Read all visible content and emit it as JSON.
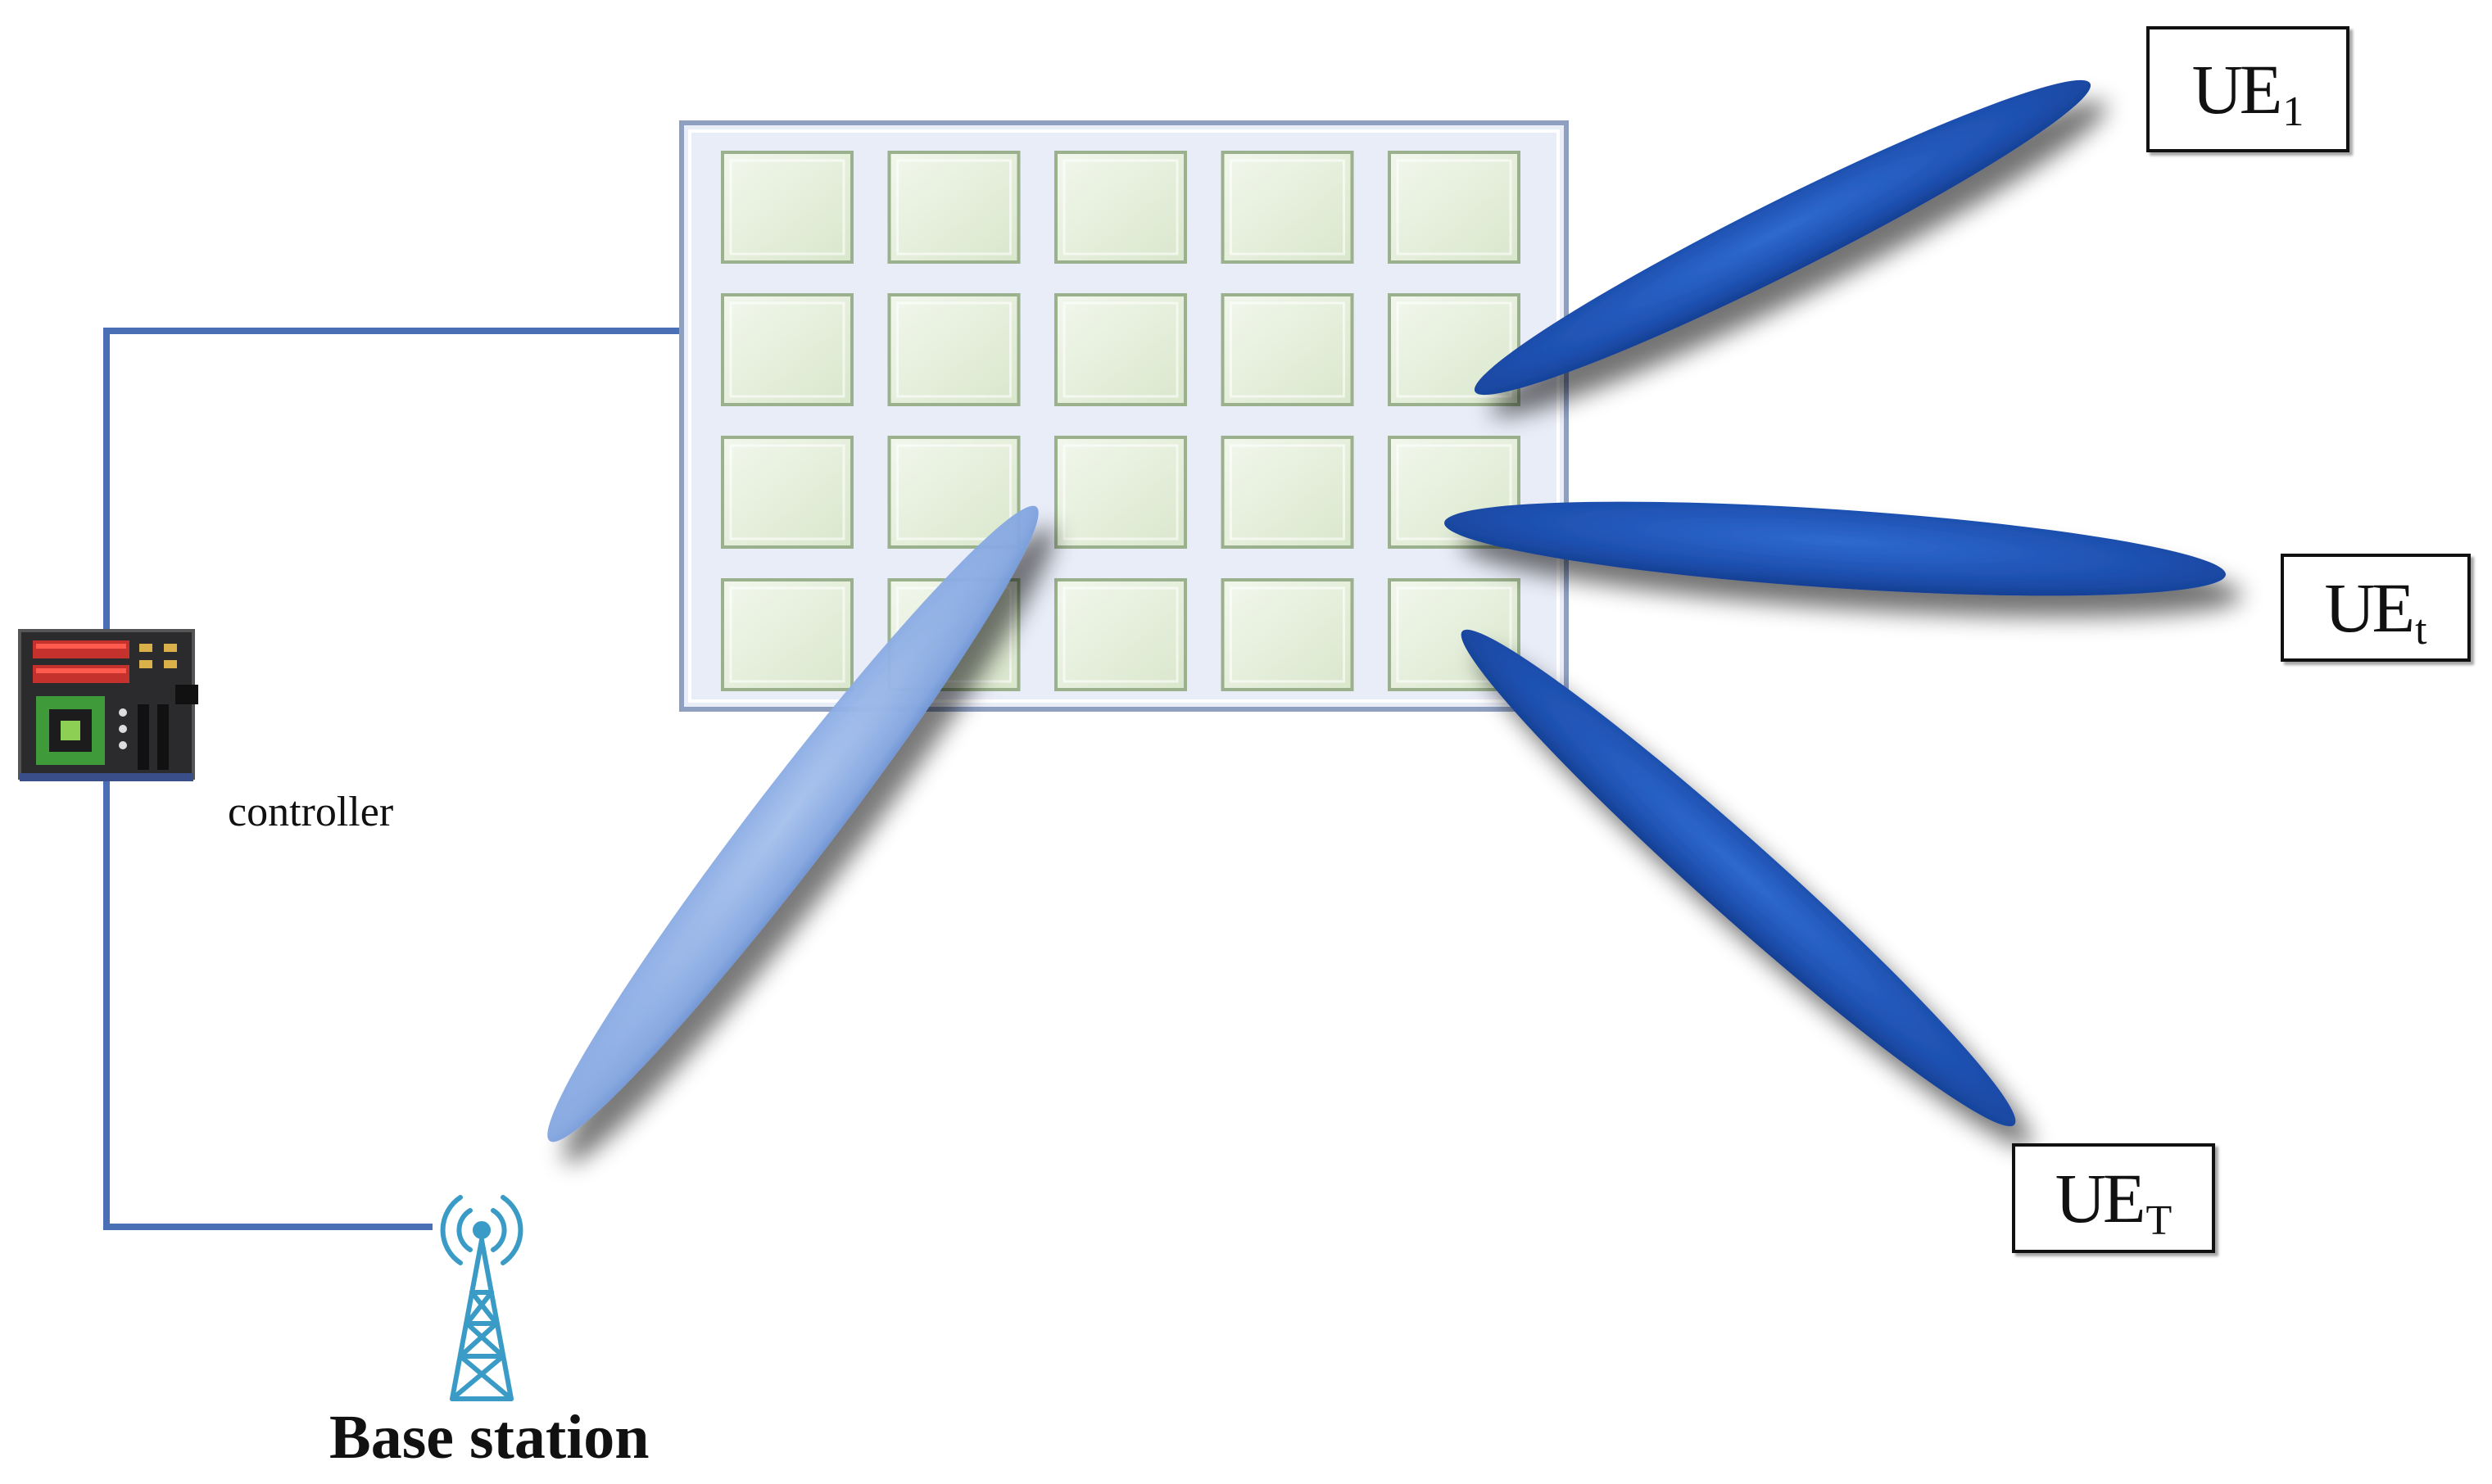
{
  "labels": {
    "controller": "controller",
    "base_station": "Base station"
  },
  "user_equipment": [
    {
      "main": "UE",
      "sub": "1"
    },
    {
      "main": "UE",
      "sub": "t"
    },
    {
      "main": "UE",
      "sub": "T"
    }
  ],
  "ris": {
    "rows": 4,
    "cols": 5
  },
  "colors": {
    "wire": "#4a6fb5",
    "beam_reflected": "#1f55b8",
    "beam_incident": "#8fb0e6",
    "ris_element": "#e6efdd",
    "ris_frame": "#e9edf8",
    "tower": "#3a9cc6"
  },
  "icons": {
    "controller": "circuit-board-icon",
    "base_station": "radio-tower-icon"
  }
}
